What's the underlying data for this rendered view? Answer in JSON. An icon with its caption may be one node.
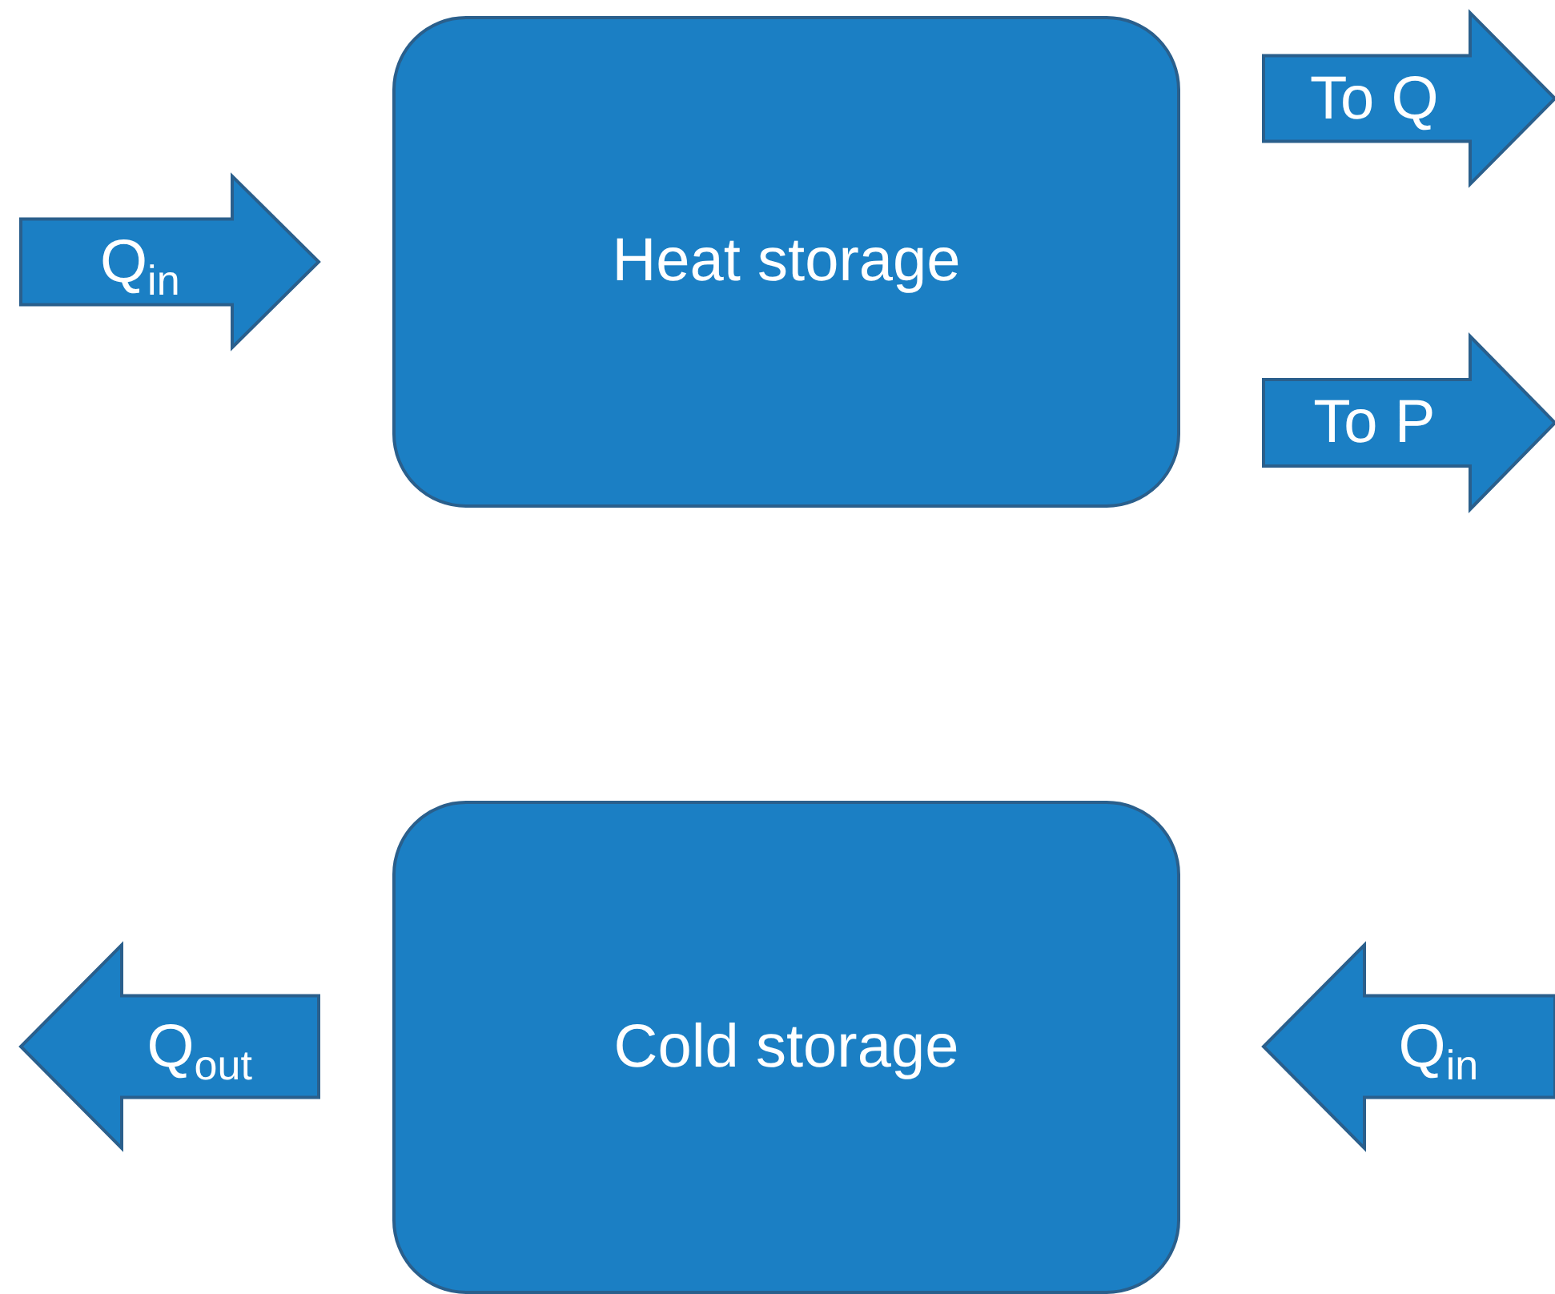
{
  "diagram": {
    "nodes": [
      {
        "text": [
          "Q$_{in}$"
        ]
      },
      {
        "text": [
          "Heat storage"
        ]
      },
      {
        "text": [
          "To Q"
        ]
      },
      {
        "text": [
          "To P"
        ]
      },
      {
        "text": [
          "Q$_{out}$"
        ]
      },
      {
        "text": [
          "Cold storage"
        ]
      },
      {
        "text": [
          "Q$_{in}$"
        ]
      }
    ]
  }
}
